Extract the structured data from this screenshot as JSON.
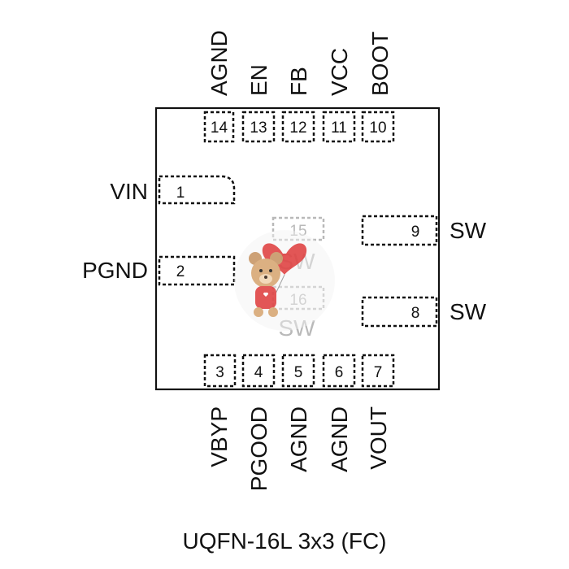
{
  "package_label": "UQFN-16L 3x3 (FC)",
  "pins": [
    {
      "number": "1",
      "name": "VIN"
    },
    {
      "number": "2",
      "name": "PGND"
    },
    {
      "number": "3",
      "name": "VBYP"
    },
    {
      "number": "4",
      "name": "PGOOD"
    },
    {
      "number": "5",
      "name": "AGND"
    },
    {
      "number": "6",
      "name": "AGND"
    },
    {
      "number": "7",
      "name": "VOUT"
    },
    {
      "number": "8",
      "name": "SW"
    },
    {
      "number": "9",
      "name": "SW"
    },
    {
      "number": "10",
      "name": "BOOT"
    },
    {
      "number": "11",
      "name": "VCC"
    },
    {
      "number": "12",
      "name": "FB"
    },
    {
      "number": "13",
      "name": "EN"
    },
    {
      "number": "14",
      "name": "AGND"
    },
    {
      "number": "15",
      "name": "SW"
    },
    {
      "number": "16",
      "name": "SW"
    }
  ],
  "colors": {
    "line": "#111111",
    "ghost": "#b9b9b9",
    "background": "#ffffff"
  }
}
